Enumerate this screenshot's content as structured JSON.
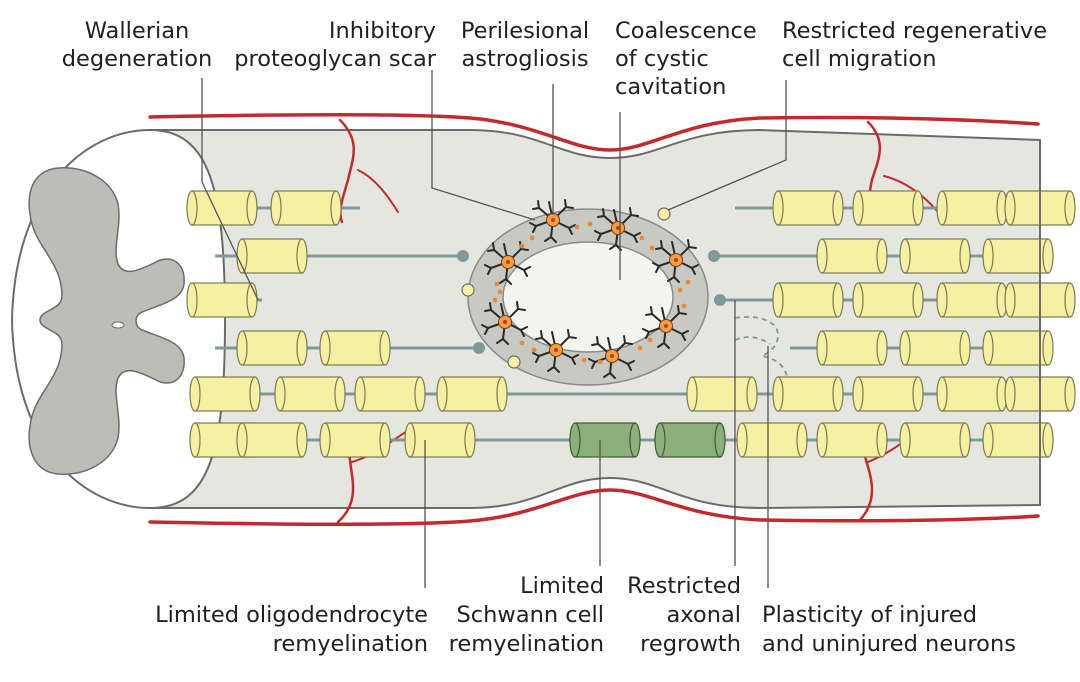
{
  "labels": {
    "wallerian_1": "Wallerian",
    "wallerian_2": "degeneration",
    "inhibitory_1": "Inhibitory",
    "inhibitory_2": "proteoglycan scar",
    "perilesional_1": "Perilesional",
    "perilesional_2": "astrogliosis",
    "coalescence_1": "Coalescence",
    "coalescence_2": "of cystic",
    "coalescence_3": "cavitation",
    "restricted_migration_1": "Restricted regenerative",
    "restricted_migration_2": "cell migration",
    "oligo_1": "Limited oligodendrocyte",
    "oligo_2": "remyelination",
    "schwann_1": "Limited",
    "schwann_2": "Schwann cell",
    "schwann_3": "remyelination",
    "regrowth_1": "Restricted",
    "regrowth_2": "axonal",
    "regrowth_3": "regrowth",
    "plasticity_1": "Plasticity of injured",
    "plasticity_2": "and uninjured neurons"
  },
  "colors": {
    "myelin": "#f6f0a3",
    "schwann_myelin": "#8bb07a",
    "axon": "#7f999b",
    "cord_fill": "#e6e6e1",
    "scar_ring": "#c9c9c4",
    "blood_vessel": "#c42a2c",
    "astrocyte_body": "#f0a040",
    "grey_matter": "#bdbdb8"
  }
}
